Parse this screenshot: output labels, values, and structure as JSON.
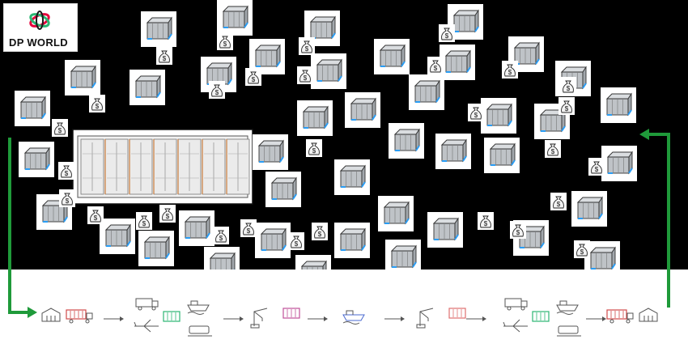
{
  "brand": {
    "name": "DP WORLD",
    "colors": {
      "primary": "#2bb673",
      "accent": "#e4003b",
      "dark": "#1a1a1a"
    }
  },
  "diagram": {
    "network": {
      "node_icon": "shipping-container-icon",
      "money_icon": "money-bag-icon",
      "dollar_symbol": "$"
    },
    "process": {
      "arrow_color": "#1f9a3a",
      "steps": [
        {
          "name": "warehouse-origin",
          "icons": [
            "warehouse-icon",
            "container-truck-icon"
          ],
          "color": "#d04a4a"
        },
        {
          "name": "multimodal-transport-1",
          "icons": [
            "truck-icon",
            "airplane-icon",
            "container-icon",
            "ship-icon",
            "train-icon"
          ],
          "color": "#2bb673"
        },
        {
          "name": "port-crane-origin",
          "icons": [
            "crane-icon",
            "container-icon"
          ],
          "color": "#c0509a"
        },
        {
          "name": "ocean-shipping",
          "icons": [
            "ship-icon"
          ],
          "color": "#4a6ad0"
        },
        {
          "name": "port-crane-destination",
          "icons": [
            "crane-icon",
            "container-icon"
          ],
          "color": "#e07070"
        },
        {
          "name": "multimodal-transport-2",
          "icons": [
            "truck-icon",
            "airplane-icon",
            "container-icon",
            "ship-icon",
            "train-icon"
          ],
          "color": "#2bb673"
        },
        {
          "name": "warehouse-destination",
          "icons": [
            "container-truck-icon",
            "warehouse-icon"
          ],
          "color": "#d04a4a"
        }
      ]
    }
  }
}
